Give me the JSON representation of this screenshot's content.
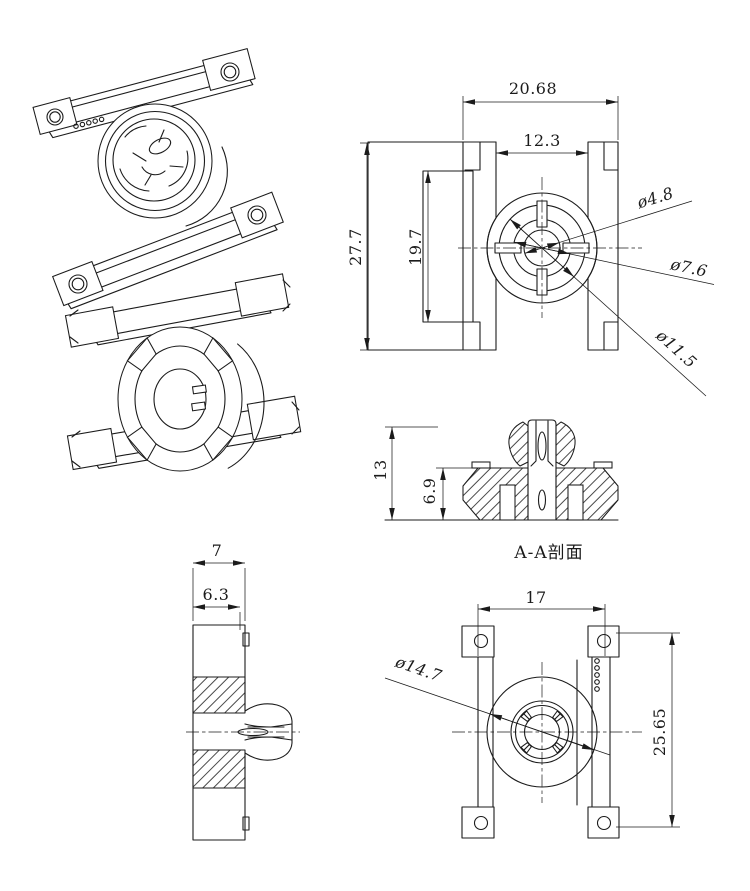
{
  "drawing": {
    "bg_color": "#ffffff",
    "line_color": "#1b1b1b",
    "front_view": {
      "width_outer": "20.68",
      "width_inner": "12.3",
      "height_outer": "27.7",
      "height_inner": "19.7",
      "dia_bore": "ø4.8",
      "dia_middle": "ø7.6",
      "dia_outer": "ø11.5"
    },
    "section_view": {
      "label": "A-A剖面",
      "height_total": "13",
      "height_step": "6.9"
    },
    "side_view": {
      "width_total": "7",
      "width_step": "6.3"
    },
    "back_view": {
      "tab_span": "17",
      "height_span": "25.65",
      "dia_drum": "ø14.7"
    }
  }
}
